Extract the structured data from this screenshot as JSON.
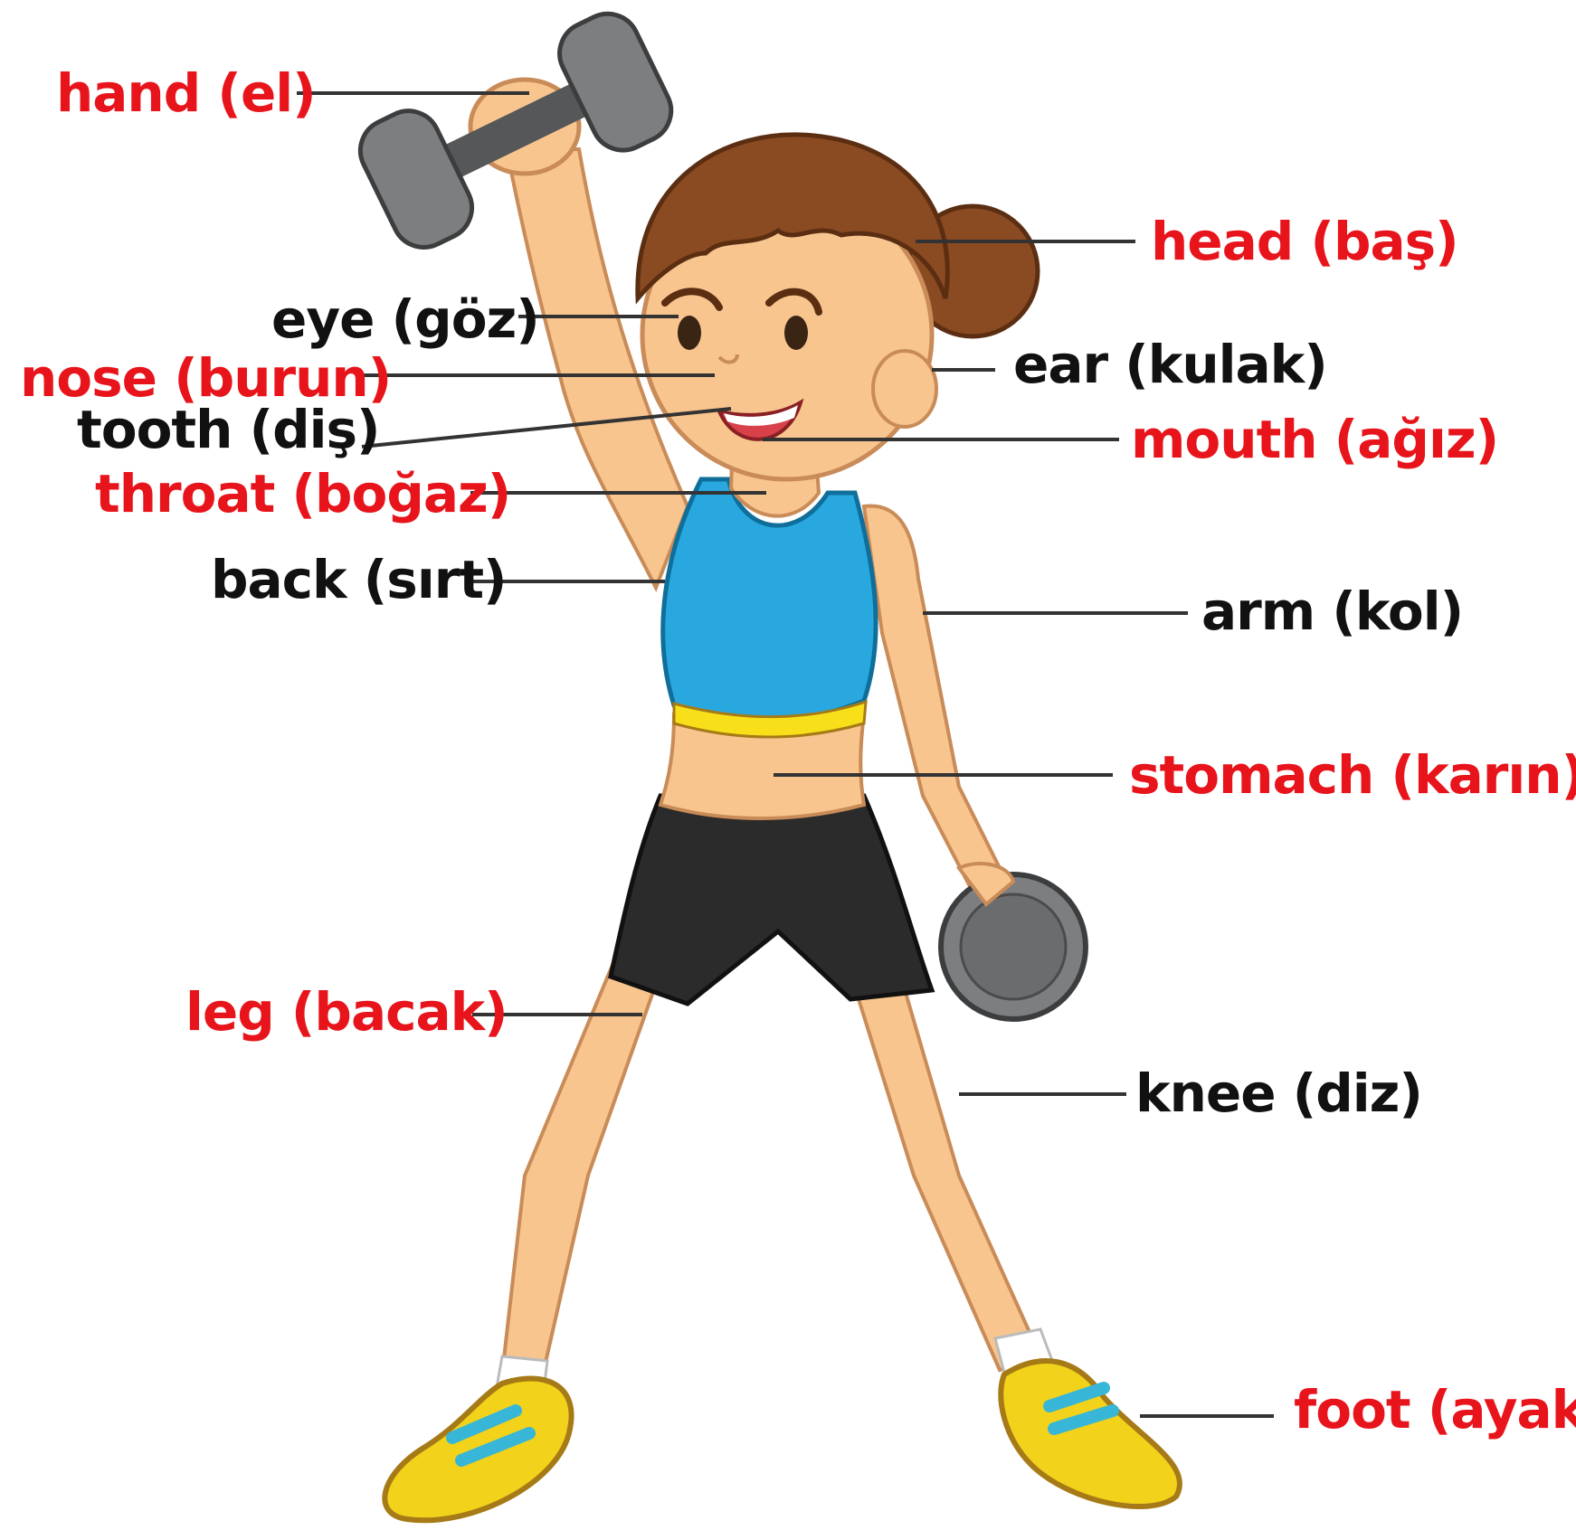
{
  "colors": {
    "label_highlight": "#e8141b",
    "label_normal": "#111111",
    "leader_line": "#333333",
    "skin": "#f8c58f",
    "hair": "#8a4a22",
    "top": "#29a8e0",
    "shorts": "#2b2b2b",
    "dumbbell": "#7c7e80",
    "shoes": "#f2d21a"
  },
  "labels": {
    "hand": "hand (el)",
    "head": "head (baş)",
    "eye": "eye (göz)",
    "nose": "nose (burun)",
    "ear": "ear (kulak)",
    "tooth": "tooth (diş)",
    "mouth": "mouth (ağız)",
    "throat": "throat (boğaz)",
    "back": "back (sırt)",
    "arm": "arm (kol)",
    "stomach": "stomach (karın)",
    "leg": "leg (bacak)",
    "knee": "knee (diz)",
    "foot": "foot (ayak)"
  }
}
